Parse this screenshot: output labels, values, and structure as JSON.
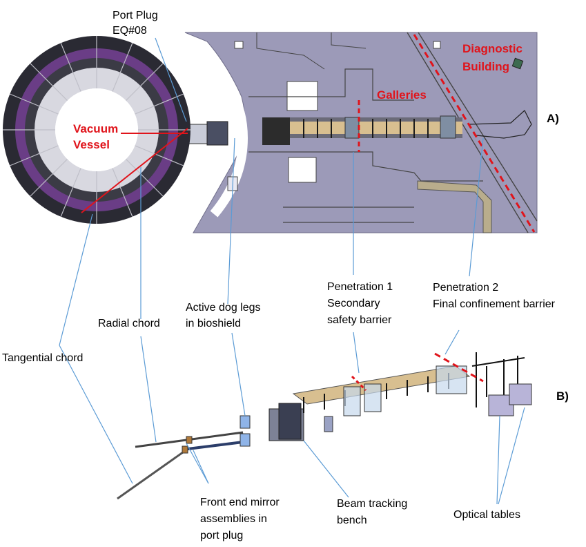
{
  "panel_a": {
    "tag": "A)",
    "labels": {
      "port_plug_line1": "Port Plug",
      "port_plug_line2": "EQ#08",
      "vacuum_line1": "Vacuum",
      "vacuum_line2": "Vessel",
      "galleries": "Galleries",
      "diagnostic_line1": "Diagnostic",
      "diagnostic_line2": "Building"
    }
  },
  "panel_b": {
    "tag": "B)",
    "labels": {
      "radial_chord": "Radial chord",
      "tangential_chord": "Tangential chord",
      "dog_legs_line1": "Active dog legs",
      "dog_legs_line2": "in bioshield",
      "penetration1_line1": "Penetration 1",
      "penetration1_line2": "Secondary",
      "penetration1_line3": "safety barrier",
      "penetration2_line1": "Penetration 2",
      "penetration2_line2": "Final confinement barrier",
      "front_end_line1": "Front end mirror",
      "front_end_line2": "assemblies in",
      "front_end_line3": "port plug",
      "beam_bench_line1": "Beam tracking",
      "beam_bench_line2": "bench",
      "optical_tables": "Optical tables"
    }
  },
  "colors": {
    "floor": "#9c9ab8",
    "callout_line": "#5b9bd5",
    "barrier_red": "#e0141b",
    "vessel_dark": "#2a2a33",
    "vessel_purple": "#6a3d86"
  }
}
